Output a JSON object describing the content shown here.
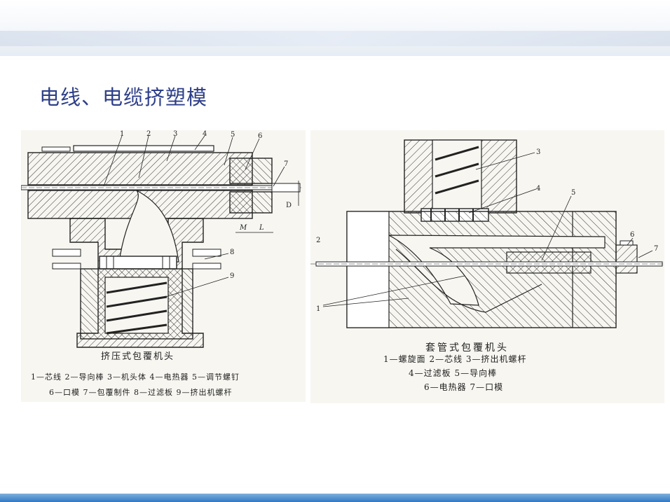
{
  "slide": {
    "title": "电线、电缆挤塑模"
  },
  "figure_left": {
    "title": "挤压式包覆机头",
    "legend_line1": "1—芯线  2—导向棒  3—机头体  4—电热器  5—调节螺钉",
    "legend_line2": "6—口模  7—包覆制件  8—过滤板  9—挤出机螺杆",
    "callouts": [
      "1",
      "2",
      "3",
      "4",
      "5",
      "6",
      "7",
      "8",
      "9"
    ],
    "dims": {
      "d": "D",
      "m": "M",
      "l": "L"
    }
  },
  "figure_right": {
    "title": "套管式包覆机头",
    "legend_line1": "1—螺旋面  2—芯线  3—挤出机螺杆",
    "legend_line2": "4—过滤板  5—导向棒",
    "legend_line3": "6—电热器  7—口模",
    "callouts": [
      "1",
      "2",
      "3",
      "4",
      "5",
      "6",
      "7"
    ]
  },
  "colors": {
    "title": "#2e3f88",
    "bottom_bar": "#2f78c4"
  }
}
